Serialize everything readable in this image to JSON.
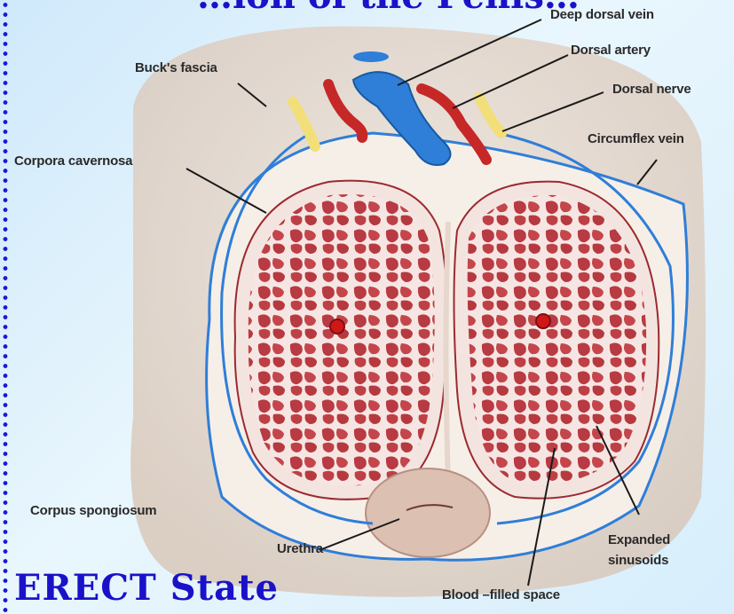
{
  "title_fragment": "…ion of the Penis…",
  "caption": "ERECT State",
  "labels": {
    "deep_dorsal_vein": "Deep dorsal vein",
    "dorsal_artery": "Dorsal artery",
    "dorsal_nerve": "Dorsal nerve",
    "bucks_fascia": "Buck's fascia",
    "circumflex_vein": "Circumflex vein",
    "corpora_cavernosa": "Corpora cavernosa",
    "corpus_spongiosum": "Corpus spongiosum",
    "urethra": "Urethra",
    "expanded_sinusoids_line1": "Expanded",
    "expanded_sinusoids_line2": "sinusoids",
    "blood_filled_space": "Blood –filled space"
  },
  "colors": {
    "caption": "#1a12c9",
    "vein": "#2f7ed8",
    "artery": "#c62828",
    "nerve": "#f3df7a",
    "tissue": "#c0434a",
    "sheath": "#f4ede6",
    "skin": "#e8dcd2"
  }
}
